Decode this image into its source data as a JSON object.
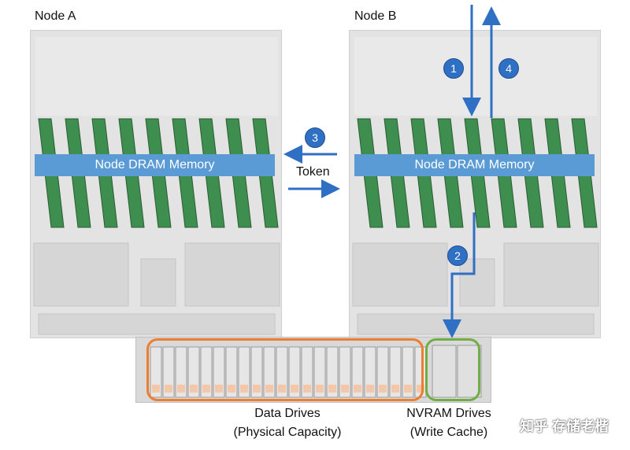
{
  "nodes": {
    "a": {
      "title": "Node A",
      "dram_label": "Node DRAM Memory"
    },
    "b": {
      "title": "Node B",
      "dram_label": "Node DRAM Memory"
    }
  },
  "token_label": "Token",
  "steps": [
    "1",
    "2",
    "3",
    "4"
  ],
  "drives": {
    "data_caption": [
      "Data Drives",
      "(Physical Capacity)"
    ],
    "nvram_caption": [
      "NVRAM Drives",
      "(Write Cache)"
    ]
  },
  "watermark": "知乎 存储老楷",
  "colors": {
    "arrow": "#2f6fc4",
    "dram": "#5b9bd5",
    "data_outline": "#ed7d31",
    "nvram_outline": "#70ad47"
  }
}
